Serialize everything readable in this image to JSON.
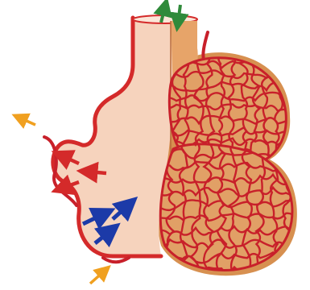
{
  "diagram": {
    "colors": {
      "background": "#ffffff",
      "sac_fill": "#f6d3bd",
      "sac_outline": "#d42a2a",
      "alveolus_fill": "#e1a066",
      "alveolus_shade": "#c98244",
      "capillary": "#c8202a",
      "arrow_green": "#2f8a3a",
      "arrow_blue": "#1c3aa8",
      "arrow_red": "#d42a2a",
      "arrow_orange": "#f0a020"
    },
    "arrows": [
      {
        "name": "green-arrow-out-icon",
        "color": "arrow_green"
      },
      {
        "name": "green-arrow-in-icon",
        "color": "arrow_green"
      },
      {
        "name": "orange-arrow-out-icon",
        "color": "arrow_orange"
      },
      {
        "name": "orange-arrow-in-icon",
        "color": "arrow_orange"
      },
      {
        "name": "red-arrow-1-icon",
        "color": "arrow_red"
      },
      {
        "name": "red-arrow-2-icon",
        "color": "arrow_red"
      },
      {
        "name": "red-arrow-3-icon",
        "color": "arrow_red"
      },
      {
        "name": "blue-arrow-1-icon",
        "color": "arrow_blue"
      },
      {
        "name": "blue-arrow-2-icon",
        "color": "arrow_blue"
      },
      {
        "name": "blue-arrow-3-icon",
        "color": "arrow_blue"
      }
    ]
  }
}
